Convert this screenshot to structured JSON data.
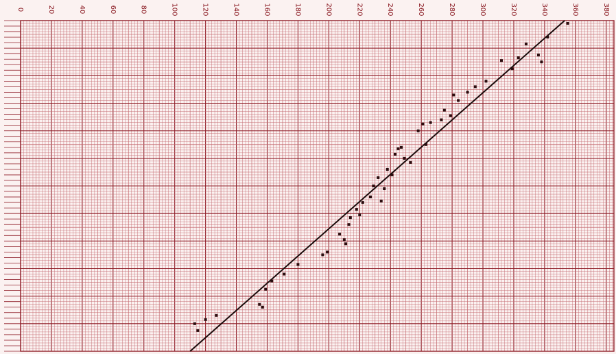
{
  "colors": {
    "paper": "#fbf2f1",
    "grid_minor": "#c46a70",
    "grid_major": "#8f1e28",
    "points": "#2a0c0e",
    "line": "#1a0a0a"
  },
  "chart_data": {
    "type": "scatter",
    "title": "",
    "xlabel": "",
    "ylabel": "",
    "x_ticks": [
      "0",
      "20",
      "40",
      "60",
      "80",
      "100",
      "120",
      "140",
      "160",
      "180",
      "200",
      "220",
      "240",
      "260",
      "280",
      "300",
      "320",
      "340",
      "360",
      "380"
    ],
    "xlim": [
      0,
      385
    ],
    "ylim": [
      0,
      240
    ],
    "grid": true,
    "series": [
      {
        "points": [
          [
            113,
            20
          ],
          [
            115,
            15
          ],
          [
            120,
            23
          ],
          [
            127,
            26
          ],
          [
            155,
            34
          ],
          [
            157,
            32
          ],
          [
            159,
            45
          ],
          [
            163,
            51
          ],
          [
            171,
            56
          ],
          [
            180,
            63
          ],
          [
            196,
            70
          ],
          [
            199,
            72
          ],
          [
            207,
            85
          ],
          [
            210,
            81
          ],
          [
            211,
            78
          ],
          [
            213,
            92
          ],
          [
            214,
            97
          ],
          [
            218,
            103
          ],
          [
            220,
            99
          ],
          [
            222,
            108
          ],
          [
            227,
            112
          ],
          [
            229,
            120
          ],
          [
            232,
            126
          ],
          [
            234,
            109
          ],
          [
            236,
            118
          ],
          [
            238,
            132
          ],
          [
            241,
            128
          ],
          [
            243,
            143
          ],
          [
            245,
            147
          ],
          [
            247,
            148
          ],
          [
            249,
            140
          ],
          [
            253,
            137
          ],
          [
            258,
            160
          ],
          [
            261,
            165
          ],
          [
            263,
            150
          ],
          [
            266,
            166
          ],
          [
            273,
            168
          ],
          [
            275,
            175
          ],
          [
            279,
            171
          ],
          [
            281,
            186
          ],
          [
            284,
            182
          ],
          [
            290,
            188
          ],
          [
            295,
            192
          ],
          [
            302,
            196
          ],
          [
            312,
            211
          ],
          [
            319,
            205
          ],
          [
            323,
            213
          ],
          [
            328,
            223
          ],
          [
            336,
            215
          ],
          [
            338,
            210
          ],
          [
            342,
            228
          ],
          [
            355,
            238
          ]
        ]
      }
    ],
    "trend_line": {
      "x": [
        110,
        353
      ],
      "y": [
        0,
        240
      ]
    }
  }
}
